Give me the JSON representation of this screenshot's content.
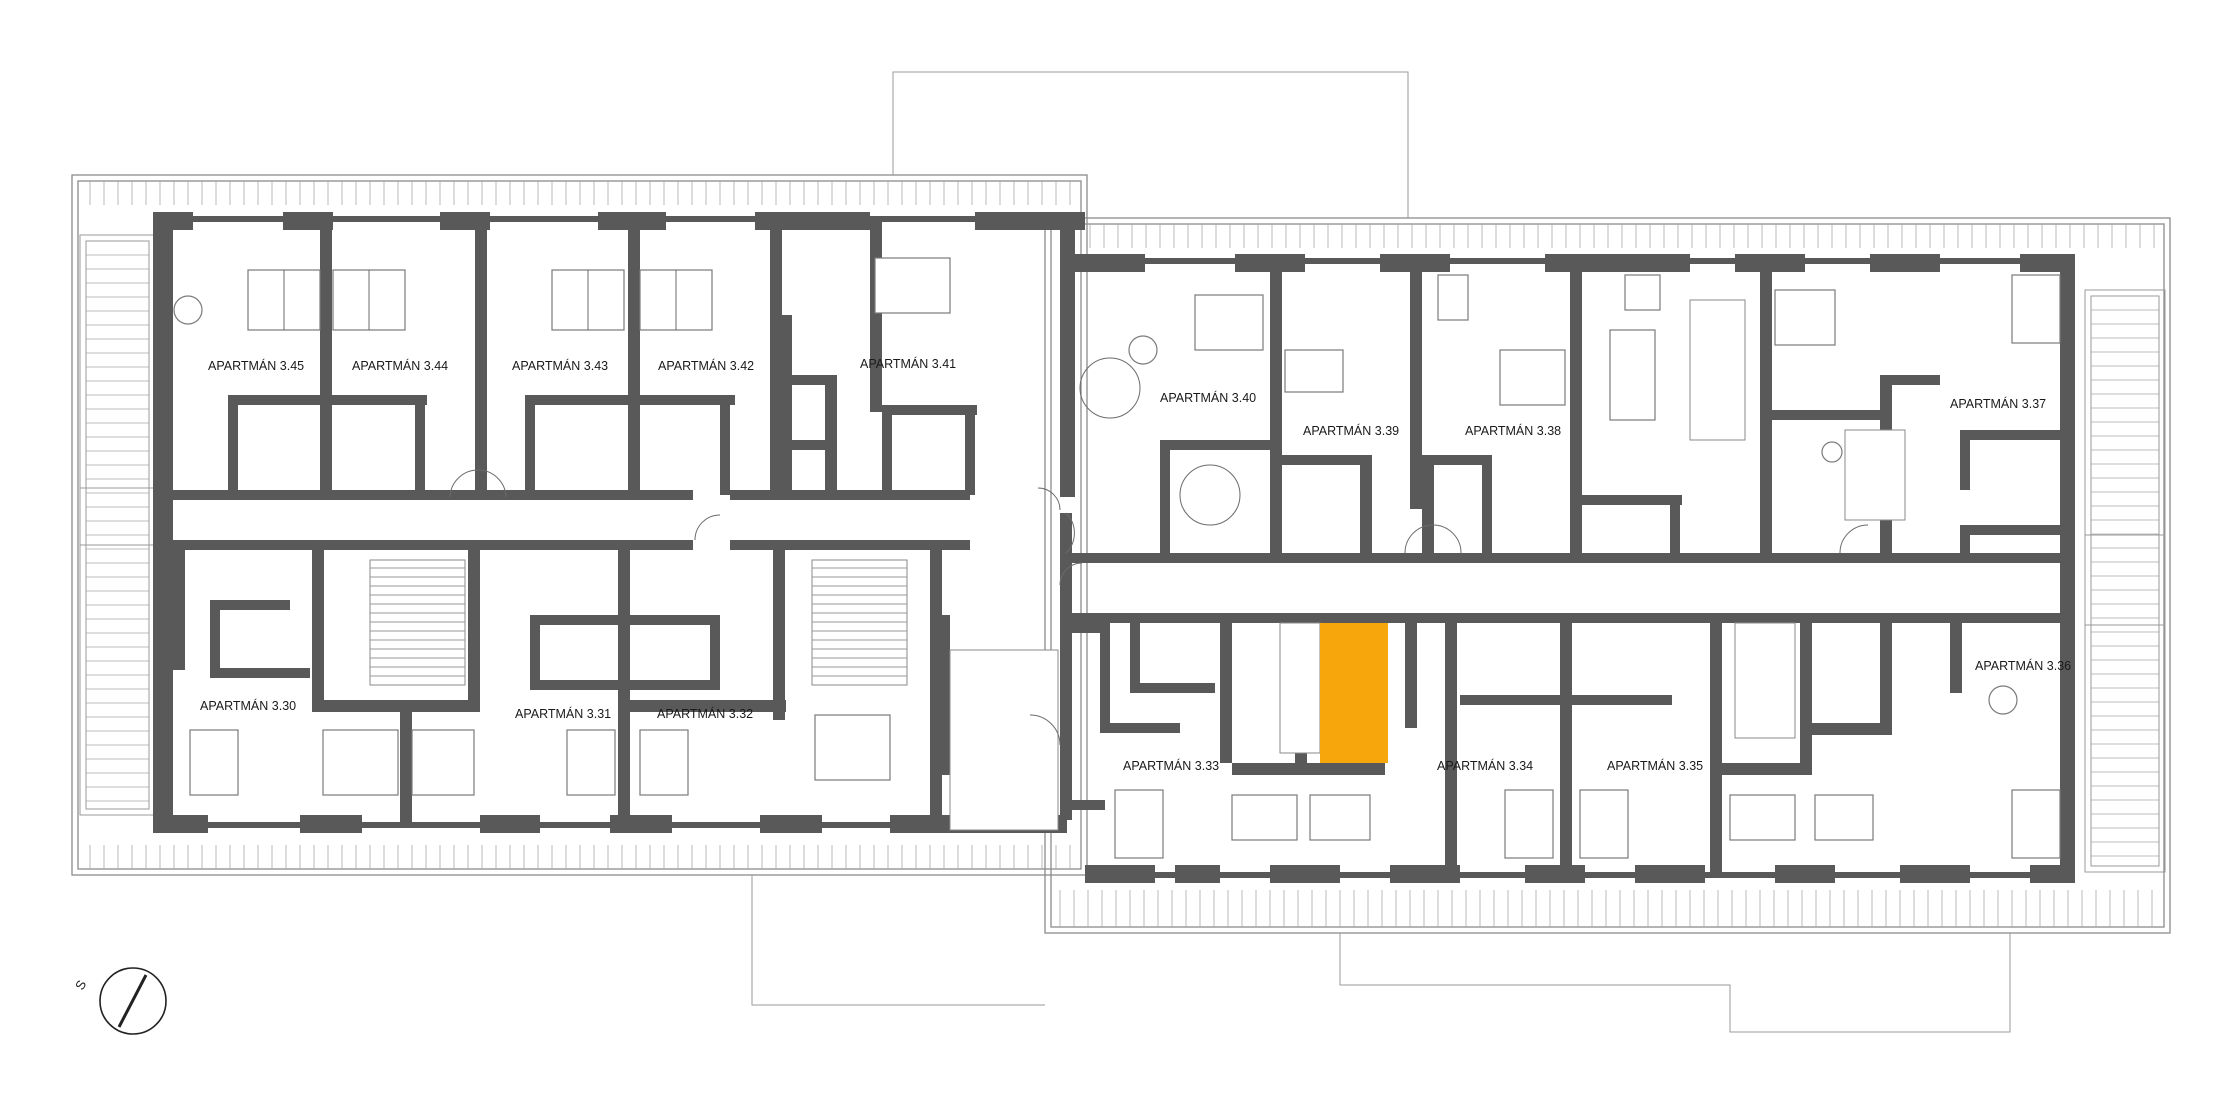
{
  "plan": {
    "apartments": [
      {
        "id": "3.45",
        "label": "APARTMÁN 3.45"
      },
      {
        "id": "3.44",
        "label": "APARTMÁN 3.44"
      },
      {
        "id": "3.43",
        "label": "APARTMÁN 3.43"
      },
      {
        "id": "3.42",
        "label": "APARTMÁN 3.42"
      },
      {
        "id": "3.41",
        "label": "APARTMÁN 3.41"
      },
      {
        "id": "3.40",
        "label": "APARTMÁN 3.40"
      },
      {
        "id": "3.39",
        "label": "APARTMÁN 3.39"
      },
      {
        "id": "3.38",
        "label": "APARTMÁN 3.38"
      },
      {
        "id": "3.37",
        "label": "APARTMÁN 3.37"
      },
      {
        "id": "3.30",
        "label": "APARTMÁN 3.30"
      },
      {
        "id": "3.31",
        "label": "APARTMÁN 3.31"
      },
      {
        "id": "3.32",
        "label": "APARTMÁN 3.32"
      },
      {
        "id": "3.33",
        "label": "APARTMÁN 3.33"
      },
      {
        "id": "3.34",
        "label": "APARTMÁN 3.34"
      },
      {
        "id": "3.35",
        "label": "APARTMÁN 3.35"
      },
      {
        "id": "3.36",
        "label": "APARTMÁN 3.36"
      }
    ],
    "compass": {
      "label": "S"
    },
    "highlight_color": "#f7a70b",
    "wall_color": "#595959"
  }
}
